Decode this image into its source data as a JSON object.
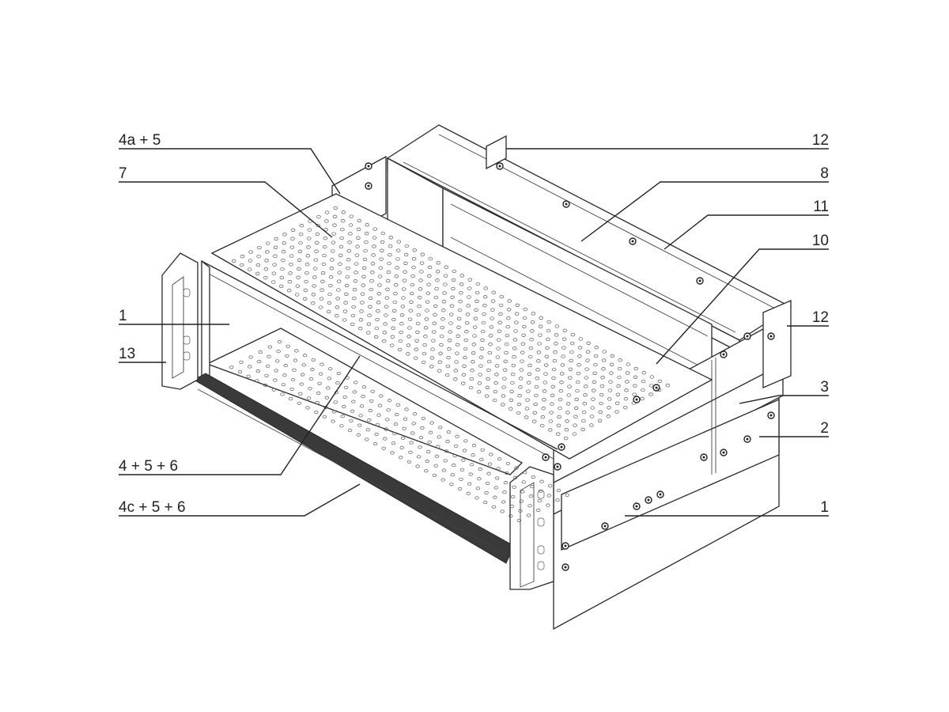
{
  "diagram": {
    "callouts": [
      {
        "id": "4a-5",
        "label": "4a + 5"
      },
      {
        "id": "7",
        "label": "7"
      },
      {
        "id": "1-left",
        "label": "1"
      },
      {
        "id": "13",
        "label": "13"
      },
      {
        "id": "4-5-6",
        "label": "4 + 5 + 6"
      },
      {
        "id": "4c-5-6",
        "label": "4c + 5 + 6"
      },
      {
        "id": "12-top",
        "label": "12"
      },
      {
        "id": "8",
        "label": "8"
      },
      {
        "id": "11",
        "label": "11"
      },
      {
        "id": "10",
        "label": "10"
      },
      {
        "id": "12-right",
        "label": "12"
      },
      {
        "id": "3",
        "label": "3"
      },
      {
        "id": "2",
        "label": "2"
      },
      {
        "id": "1-right",
        "label": "1"
      }
    ]
  }
}
